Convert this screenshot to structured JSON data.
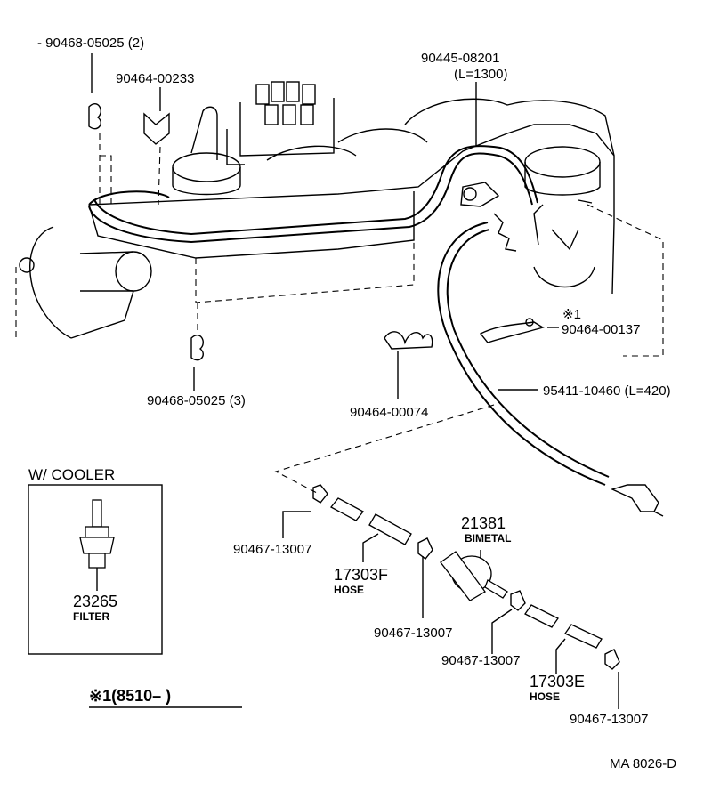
{
  "labels": {
    "clamp_top_left": "- 90468-05025 (2)",
    "clip_top": "90464-00233",
    "hose_long": "90445-08201",
    "hose_long_len": "(L=1300)",
    "note_mark": "※1",
    "clip_note": "90464-00137",
    "hose_vac": "95411-10460 (L=420)",
    "clamp_bottom": "90468-05025 (3)",
    "clip_mid": "90464-00074",
    "clamp_a": "90467-13007",
    "hose_f_num": "17303F",
    "hose_f_name": "HOSE",
    "bimetal_num": "21381",
    "bimetal_name": "BIMETAL",
    "clamp_b": "90467-13007",
    "clamp_c": "90467-13007",
    "hose_e_num": "17303E",
    "hose_e_name": "HOSE",
    "clamp_d": "90467-13007",
    "cooler_title": "W/ COOLER",
    "filter_num": "23265",
    "filter_name": "FILTER",
    "footnote": "※1(8510–          )",
    "code": "MA  8026-D"
  }
}
